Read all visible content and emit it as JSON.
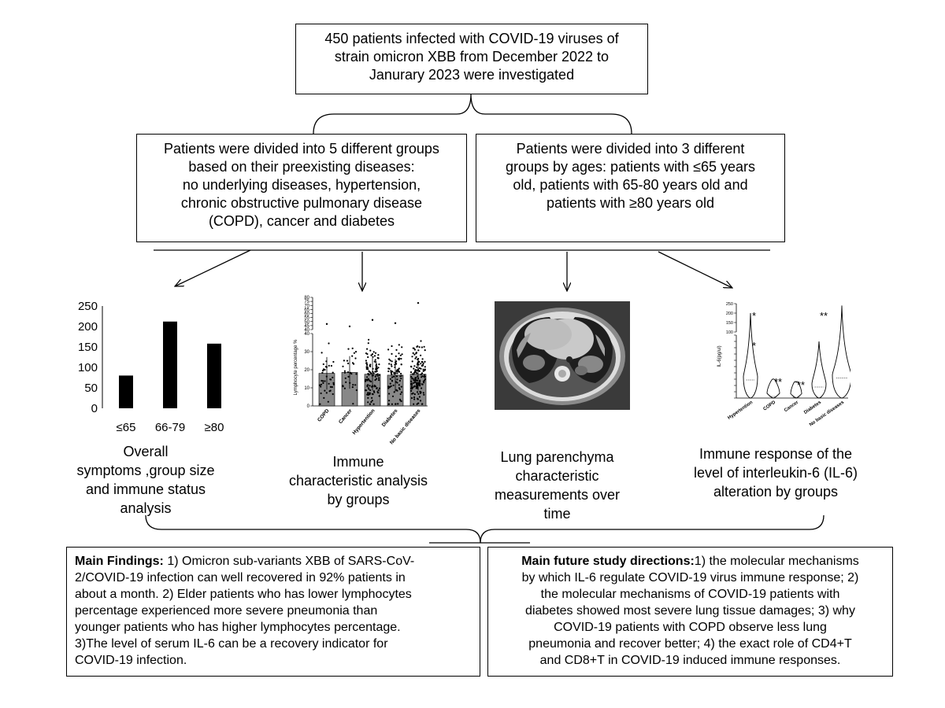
{
  "top_box": {
    "lines": [
      "450 patients infected with COVID-19 viruses of",
      "strain omicron XBB from December 2022 to",
      "Janurary 2023 were investigated"
    ]
  },
  "left_box": {
    "lines": [
      "Patients were divided into 5 different groups",
      "based on their preexisting diseases:",
      "no underlying diseases, hypertension,",
      "chronic obstructive pulmonary disease",
      "(COPD), cancer and diabetes"
    ]
  },
  "right_box": {
    "lines": [
      "Patients were divided into 3 different",
      "groups by ages: patients with ≤65 years",
      "old, patients with 65-80 years old and",
      "patients with ≥80 years old"
    ]
  },
  "panels": [
    {
      "caption": [
        "Overall",
        "symptoms ,group size",
        "and immune status",
        "analysis"
      ]
    },
    {
      "caption": [
        "Immune",
        "characteristic analysis",
        "by groups"
      ]
    },
    {
      "caption": [
        "Lung parenchyma",
        "characteristic",
        "measurements over",
        "time"
      ]
    },
    {
      "caption": [
        "Immune response of the",
        "level of interleukin-6 (IL-6)",
        "alteration by groups"
      ]
    }
  ],
  "chart_data": [
    {
      "type": "bar",
      "categories": [
        "≤65",
        "66-79",
        "≥80"
      ],
      "values": [
        80,
        212,
        158
      ],
      "title": "",
      "xlabel": "",
      "ylabel": "",
      "ylim": [
        0,
        250
      ],
      "yticks": [
        0,
        50,
        100,
        150,
        200,
        250
      ],
      "bar_color": "#000000"
    },
    {
      "type": "bar",
      "categories": [
        "COPD",
        "Cancer",
        "Hypertention",
        "Diabetes",
        "No basic diseases"
      ],
      "values": [
        18,
        18.5,
        17.5,
        17,
        17.5
      ],
      "ylabel": "Lymphocyte percentage %",
      "yticks_lower": [
        0,
        10,
        20,
        30,
        40
      ],
      "yticks_upper": [
        40,
        45,
        50,
        55,
        60,
        65,
        70,
        75,
        80
      ],
      "bar_color": "#888888"
    },
    {
      "type": "violin",
      "categories": [
        "Hypertention",
        "COPD",
        "Cancer",
        "Diabetes",
        "No basic diseases"
      ],
      "ylabel": "IL-6(pg/ul)",
      "yticks_upper": [
        100,
        150,
        200,
        250
      ],
      "yticks_lower": [
        0,
        10,
        20,
        30,
        40,
        50,
        60,
        70,
        80,
        90,
        100
      ],
      "significance": [
        "*",
        "*",
        "**",
        "**",
        "**",
        ""
      ]
    }
  ],
  "findings": {
    "label": "Main Findings:",
    "lines": [
      " 1) Omicron sub-variants XBB of SARS-CoV-",
      "2/COVID-19 infection can well recovered in 92% patients in",
      "about a month. 2) Elder patients who has lower lymphocytes",
      "percentage experienced more severe pneumonia than",
      "younger patients who has higher lymphocytes percentage.",
      "3)The level of serum IL-6 can be a recovery indicator for",
      "COVID-19 infection."
    ]
  },
  "directions": {
    "label": "Main future study directions:",
    "lines": [
      "1) the molecular mechanisms",
      "by which IL-6 regulate COVID-19 virus immune response; 2)",
      "the molecular mechanisms of COVID-19 patients with",
      "diabetes showed most severe lung tissue damages; 3) why",
      "COVID-19 patients with COPD observe less lung",
      "pneumonia and recover better; 4) the exact role of CD4+T",
      "and CD8+T in COVID-19 induced immune responses."
    ]
  }
}
